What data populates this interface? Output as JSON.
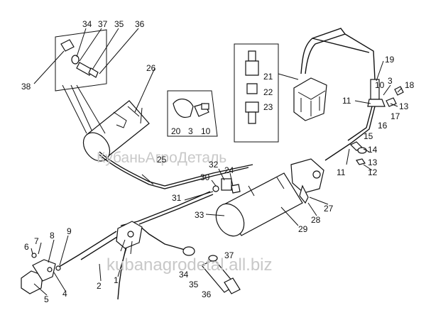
{
  "watermarks": {
    "top": "КубаньАгроДеталь",
    "bottom": "kubanagrodetal.all.biz"
  },
  "callouts": {
    "c1": "1",
    "c2": "2",
    "c3": "3",
    "c3b": "3",
    "c4": "4",
    "c5": "5",
    "c6": "6",
    "c7": "7",
    "c8": "8",
    "c9": "9",
    "c10": "10",
    "c10b": "10",
    "c11": "11",
    "c11b": "11",
    "c12": "12",
    "c13": "13",
    "c13b": "13",
    "c14": "14",
    "c15": "15",
    "c16": "16",
    "c17": "17",
    "c18": "18",
    "c19": "19",
    "c20": "20",
    "c21": "21",
    "c22": "22",
    "c23": "23",
    "c24": "24",
    "c25": "25",
    "c26": "26",
    "c27": "27",
    "c28": "28",
    "c29": "29",
    "c30": "30",
    "c31": "31",
    "c32": "32",
    "c33": "33",
    "c34": "34",
    "c34b": "34",
    "c35": "35",
    "c35b": "35",
    "c36": "36",
    "c36b": "36",
    "c37": "37",
    "c37b": "37",
    "c38": "38"
  }
}
